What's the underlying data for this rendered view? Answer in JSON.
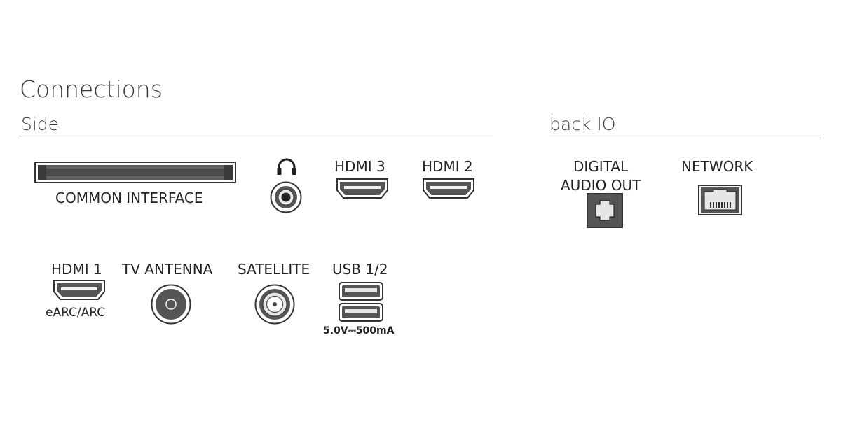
{
  "title": "Connections",
  "sections": {
    "side": "Side",
    "back": "back IO"
  },
  "ports": {
    "common_interface": "COMMON INTERFACE",
    "hdmi3": "HDMI 3",
    "hdmi2": "HDMI 2",
    "hdmi1": "HDMI 1",
    "hdmi1_sub": "eARC/ARC",
    "tv_antenna": "TV ANTENNA",
    "satellite": "SATELLITE",
    "usb": "USB 1/2",
    "usb_rating": "5.0V⎓500mA",
    "digital_audio_line1": "DIGITAL",
    "digital_audio_line2": "AUDIO OUT",
    "network": "NETWORK"
  },
  "icons": {
    "headphone": "headphone-icon",
    "hdmi": "hdmi-port-icon",
    "coax": "coax-port-icon",
    "usb": "usb-port-icon",
    "optical": "optical-port-icon",
    "ethernet": "ethernet-port-icon",
    "ci_slot": "ci-slot-icon"
  },
  "colors": {
    "stroke": "#333333",
    "port_fill": "#555555",
    "port_dark": "#3a3a3a"
  }
}
